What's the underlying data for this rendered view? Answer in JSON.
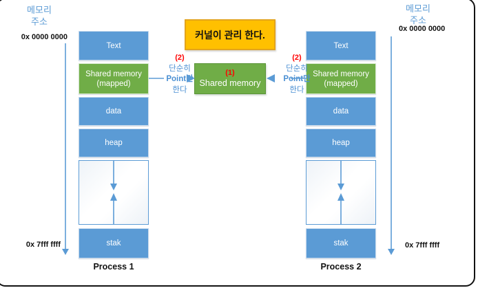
{
  "title_box": {
    "label": "커널이 관리 한다."
  },
  "central_box": {
    "number": "(1)",
    "label": "Shared memory"
  },
  "axes": {
    "left": {
      "label_line1": "메모리",
      "label_line2": "주소",
      "top_address": "0x 0000 0000",
      "bottom_address": "0x 7fff ffff"
    },
    "right": {
      "label_line1": "메모리",
      "label_line2": "주소",
      "top_address": "0x 0000 0000",
      "bottom_address": "0x 7fff ffff"
    }
  },
  "pointers": {
    "left": {
      "number": "(2)",
      "line1": "단순히",
      "line2": "Point만",
      "line3": "한다"
    },
    "right": {
      "number": "(2)",
      "line1": "단순히",
      "line2": "Point만",
      "line3": "한다"
    }
  },
  "process1": {
    "name": "Process 1",
    "blocks": [
      "Text",
      "Shared memory (mapped)",
      "data",
      "heap",
      "stak"
    ]
  },
  "process2": {
    "name": "Process 2",
    "blocks": [
      "Text",
      "Shared memory (mapped)",
      "data",
      "heap",
      "stak"
    ]
  },
  "colors": {
    "block_blue": "#5B9BD5",
    "block_green": "#70AD47",
    "title_yellow": "#FFC000",
    "text_blue": "#5B9BD5",
    "annotation_red": "#FF0000"
  }
}
